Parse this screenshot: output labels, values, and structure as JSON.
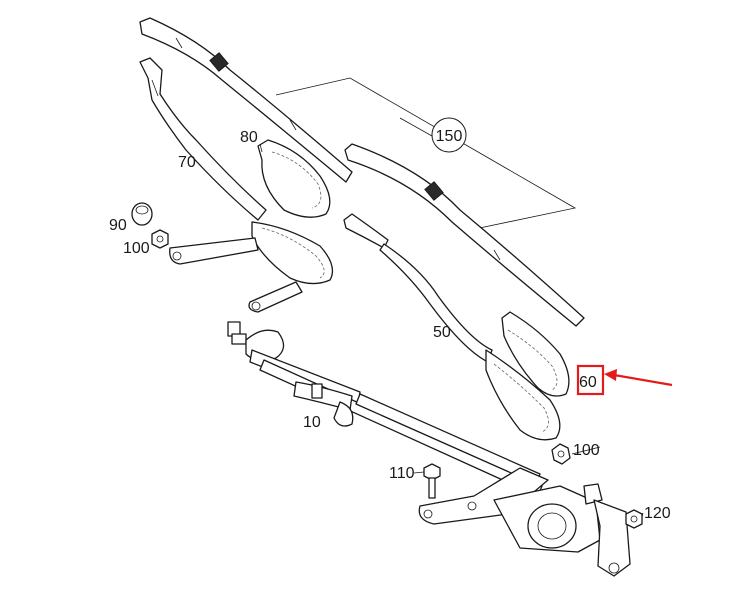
{
  "callouts": {
    "c150": "150",
    "c80": "80",
    "c70": "70",
    "c90": "90",
    "c100a": "100",
    "c50": "50",
    "c60": "60",
    "c10": "10",
    "c100b": "100",
    "c110": "110",
    "c120": "120"
  },
  "highlight": {
    "target": "60",
    "color": "#e31b1b"
  }
}
